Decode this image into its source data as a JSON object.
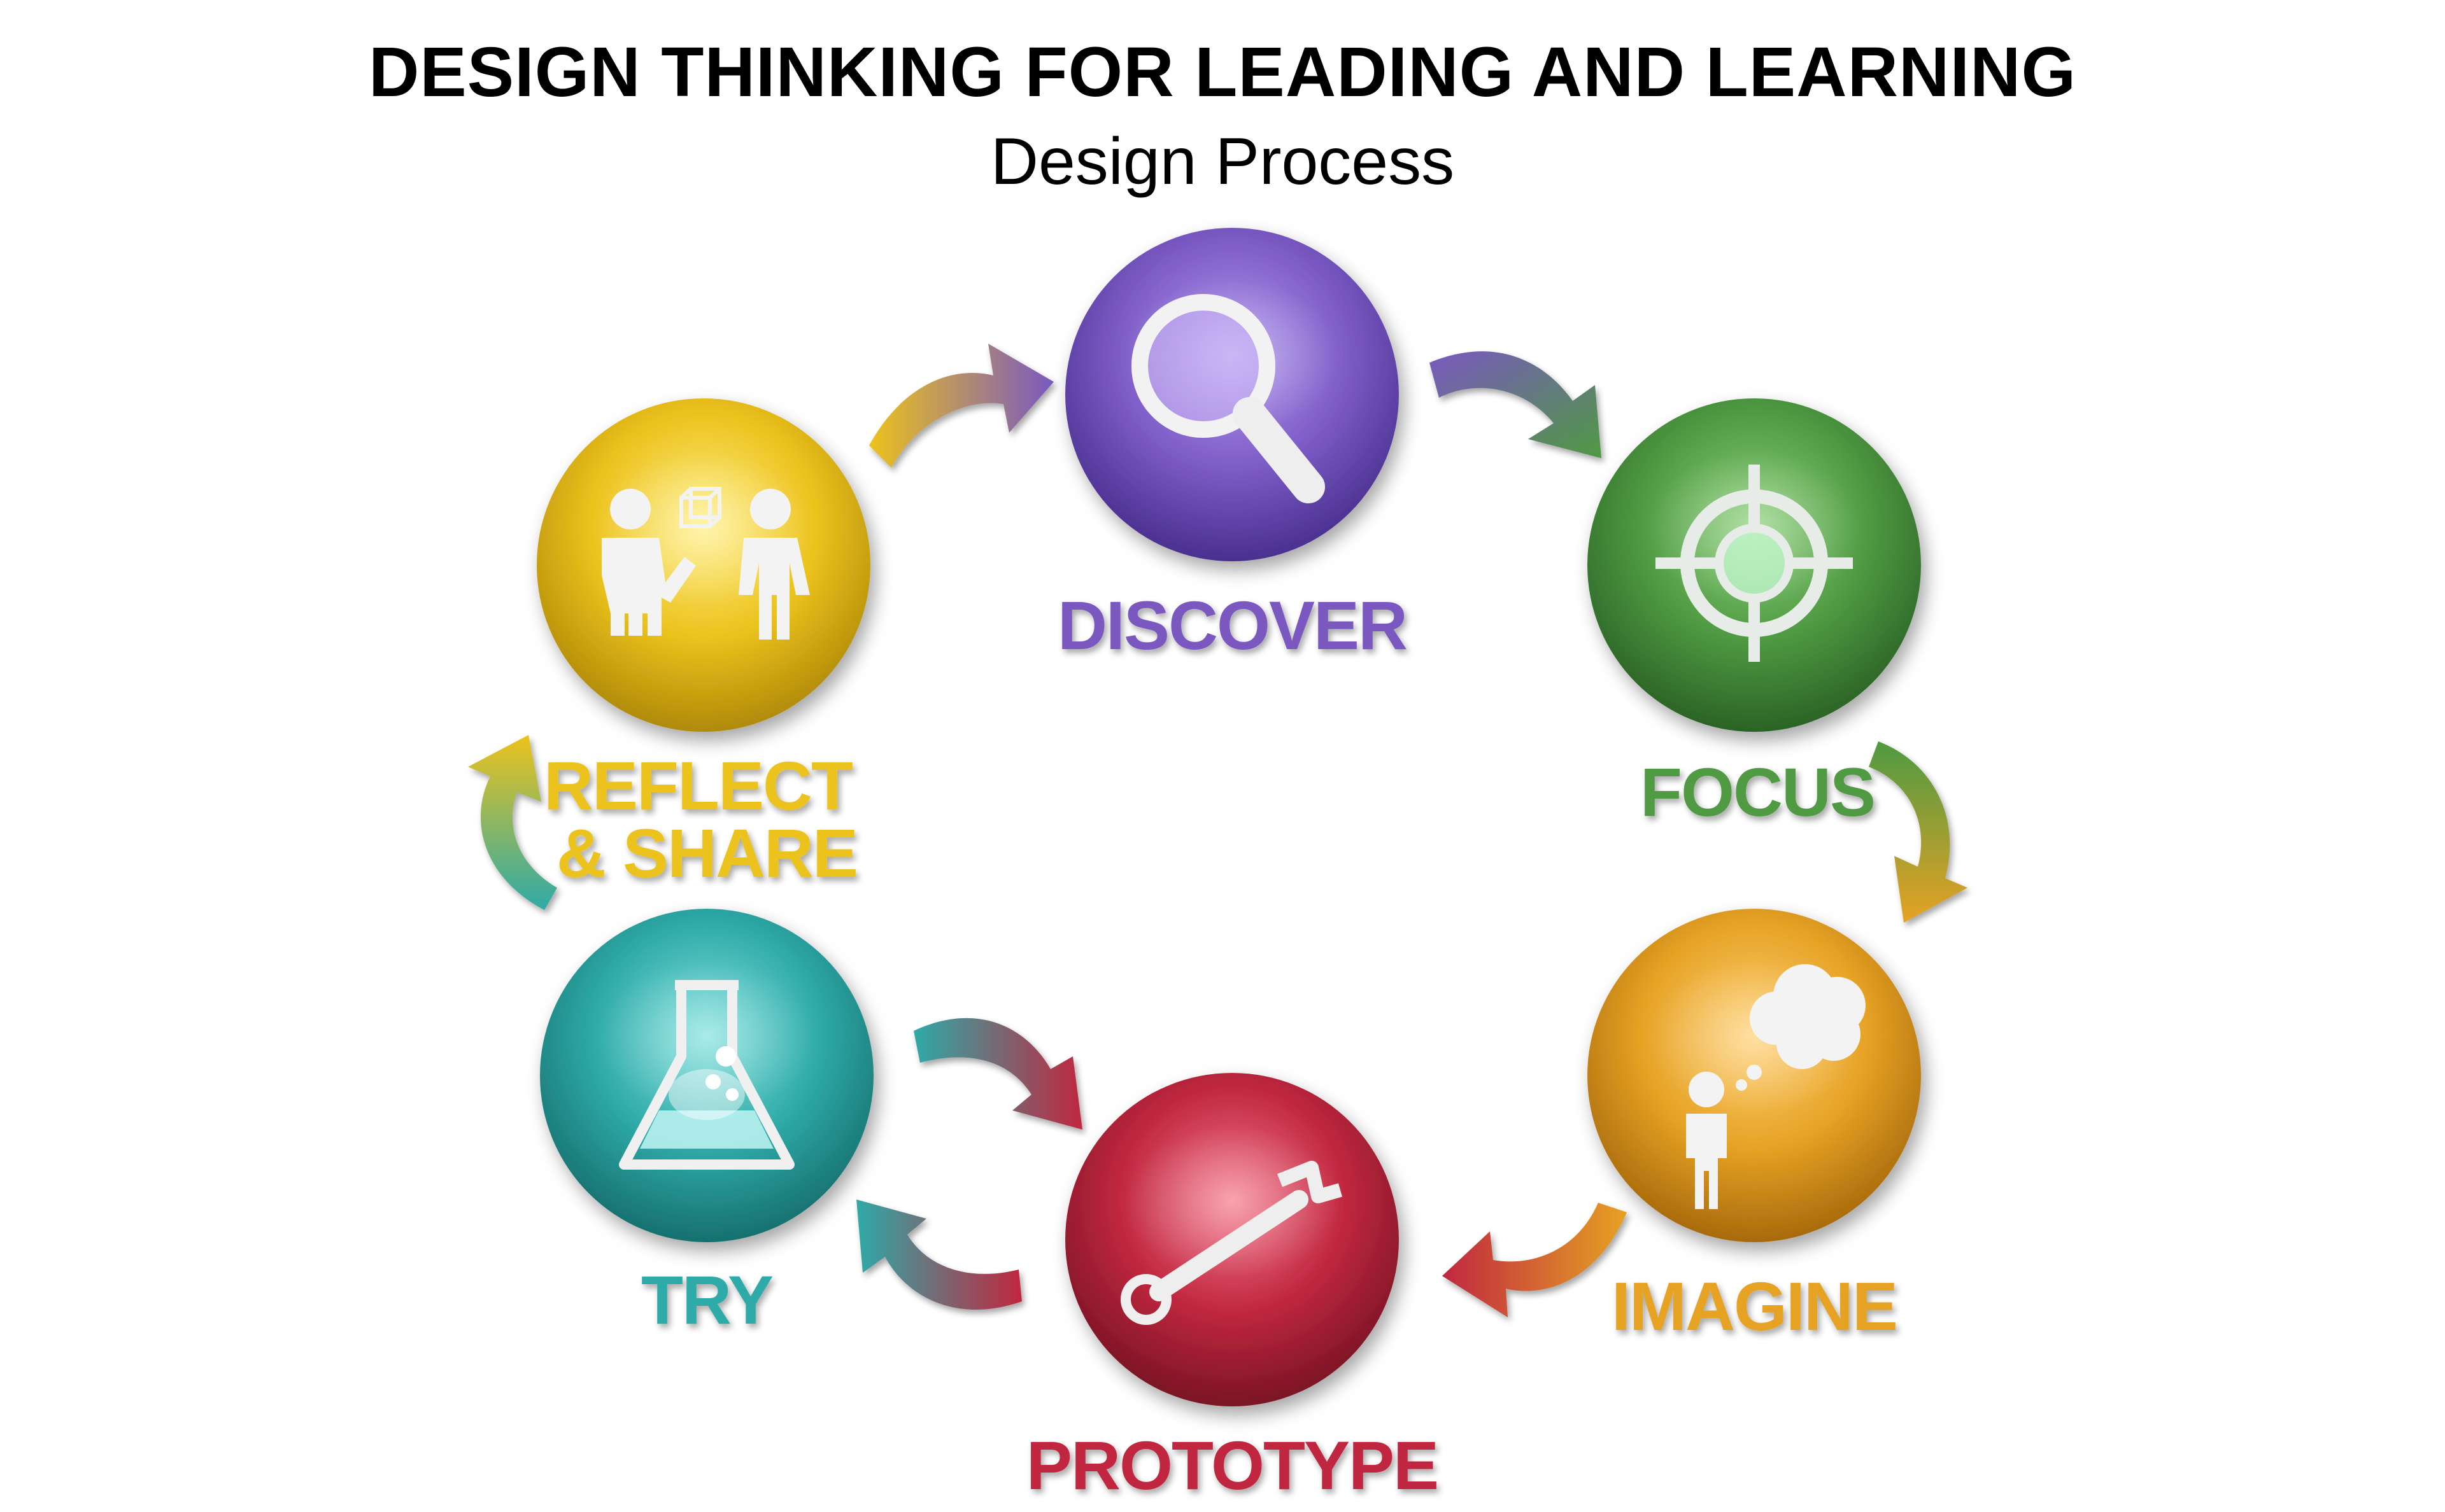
{
  "header": {
    "title": "DESIGN THINKING FOR LEADING AND LEARNING",
    "subtitle": "Design Process"
  },
  "stages": [
    {
      "key": "discover",
      "label_lines": [
        "DISCOVER"
      ],
      "color": "#7a58c0",
      "icon": "magnifier-icon"
    },
    {
      "key": "focus",
      "label_lines": [
        "FOCUS"
      ],
      "color": "#4f9a42",
      "icon": "target-icon"
    },
    {
      "key": "imagine",
      "label_lines": [
        "IMAGINE"
      ],
      "color": "#e6a224",
      "icon": "thought-bubble-person-icon"
    },
    {
      "key": "prototype",
      "label_lines": [
        "PROTOTYPE"
      ],
      "color": "#c0273f",
      "icon": "wrench-icon"
    },
    {
      "key": "try",
      "label_lines": [
        "TRY"
      ],
      "color": "#2eaaa8",
      "icon": "flask-icon"
    },
    {
      "key": "reflect",
      "label_lines": [
        "REFLECT",
        "& SHARE"
      ],
      "color": "#ecc21c",
      "icon": "people-sharing-icon"
    }
  ]
}
